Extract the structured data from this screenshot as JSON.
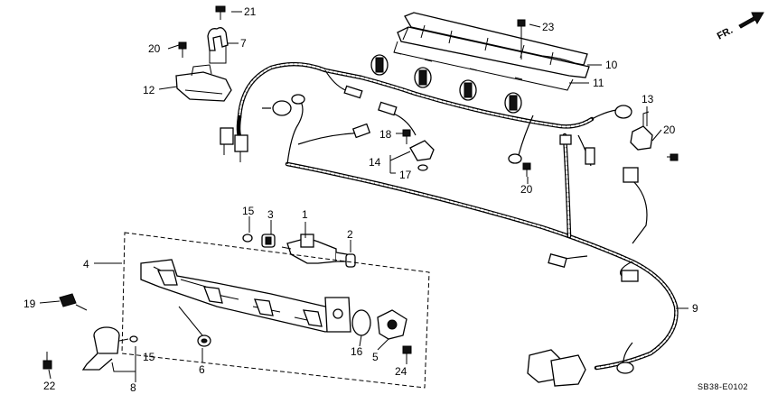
{
  "diagram": {
    "direction_label": "FR.",
    "diagram_code": "SB38-E0102",
    "callouts": {
      "c1": "1",
      "c2": "2",
      "c3": "3",
      "c4": "4",
      "c5": "5",
      "c6": "6",
      "c7": "7",
      "c8": "8",
      "c9": "9",
      "c10": "10",
      "c11": "11",
      "c12": "12",
      "c13": "13",
      "c14": "14",
      "c15a": "15",
      "c15b": "15",
      "c16": "16",
      "c17": "17",
      "c18": "18",
      "c19": "19",
      "c20a": "20",
      "c20b": "20",
      "c20c": "20",
      "c21": "21",
      "c22": "22",
      "c23": "23",
      "c24": "24"
    }
  }
}
